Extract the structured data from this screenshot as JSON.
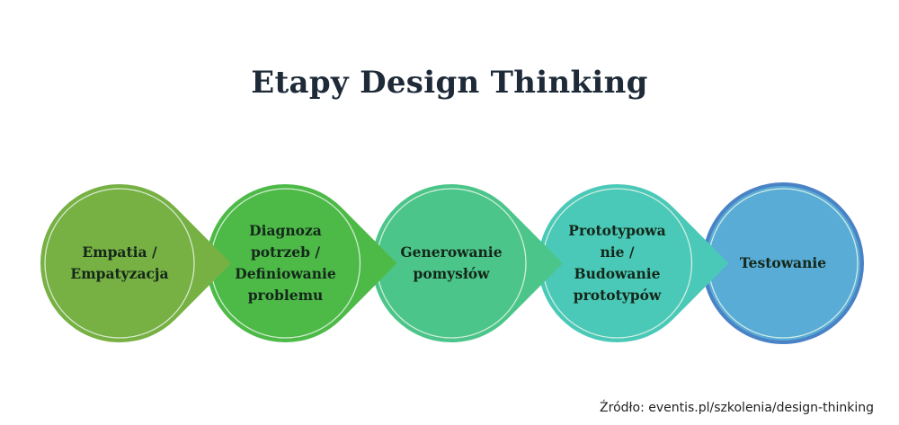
{
  "title": "Etapy Design Thinking",
  "stages": [
    {
      "lines": [
        "Empatia /",
        "Empatyzacja"
      ],
      "color": "#77b043",
      "arrow": true
    },
    {
      "lines": [
        "Diagnoza",
        "potrzeb /",
        "Definiowanie",
        "problemu"
      ],
      "color": "#4dba48",
      "arrow": true
    },
    {
      "lines": [
        "Generowanie",
        "pomysłów"
      ],
      "color": "#4cc58a",
      "arrow": true
    },
    {
      "lines": [
        "Prototypowa",
        "nie /",
        "Budowanie",
        "prototypów"
      ],
      "color": "#4bc9b8",
      "arrow": true
    },
    {
      "lines": [
        "Testowanie"
      ],
      "color": "#58acd6",
      "border": "#4a82c6",
      "arrow": false
    }
  ],
  "source": "Źródło: eventis.pl/szkolenia/design-thinking"
}
